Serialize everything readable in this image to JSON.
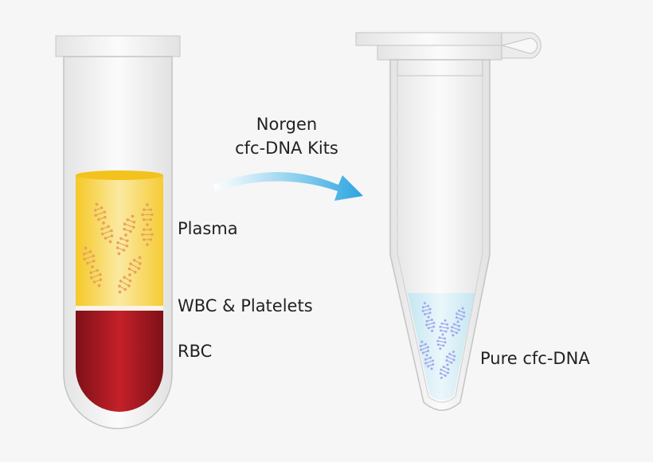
{
  "arrow_title": {
    "line1": "Norgen",
    "line2": "cfc-DNA Kits"
  },
  "labels": {
    "plasma": "Plasma",
    "wbc": "WBC & Platelets",
    "rbc": "RBC",
    "pure": "Pure cfc-DNA"
  },
  "colors": {
    "plasma": "#f7d04a",
    "rbc": "#b0202a",
    "eluate": "#d6eef6",
    "arrow": "#2aa4e0",
    "dna_plasma": "#e6a45c",
    "dna_eluate": "#a3a6ec"
  }
}
